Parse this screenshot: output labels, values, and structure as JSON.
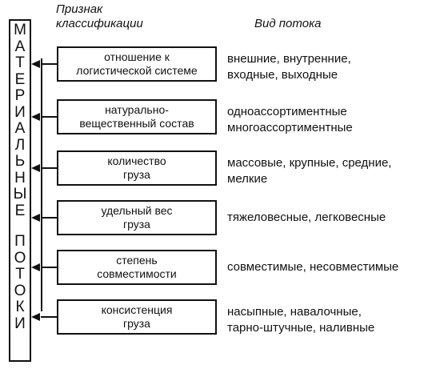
{
  "vertical_label_top": [
    "М",
    "А",
    "Т",
    "Е",
    "Р",
    "И",
    "А",
    "Л",
    "Ь",
    "Н",
    "Ы",
    "Е"
  ],
  "vertical_label_bottom": [
    "П",
    "О",
    "Т",
    "О",
    "К",
    "И"
  ],
  "headers": {
    "criterion": "Признак\nклассификации",
    "flow_type": "Вид потока"
  },
  "rows": [
    {
      "criterion": "отношение к\nлогистической системе",
      "types": "внешние, внутренние,\nвходные, выходные"
    },
    {
      "criterion": "натурально-\nвещественный состав",
      "types": "одноассортиментные\nмногоассортиментные"
    },
    {
      "criterion": "количество\nгруза",
      "types": "массовые, крупные, средние,\nмелкие"
    },
    {
      "criterion": "удельный вес\nгруза",
      "types": "тяжеловесные, легковесные"
    },
    {
      "criterion": "степень\nсовместимости",
      "types": "совместимые, несовместимые"
    },
    {
      "criterion": "консистенция\nгруза",
      "types": "насыпные, навалочные,\nтарно-штучные, наливные"
    }
  ]
}
